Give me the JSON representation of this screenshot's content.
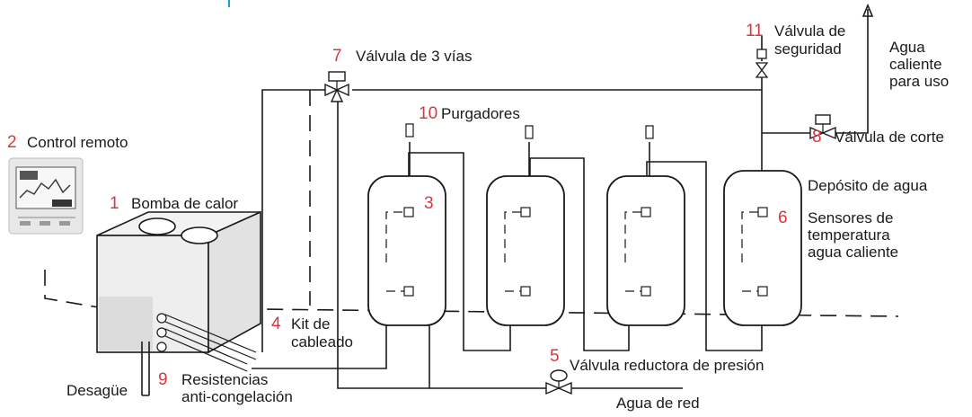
{
  "labels": {
    "heat_pump": {
      "number": "1",
      "text": "Bomba de calor"
    },
    "remote_control": {
      "number": "2",
      "text": "Control remoto"
    },
    "tank3": {
      "number": "3"
    },
    "wiring_kit": {
      "number": "4",
      "line1": "Kit de",
      "line2": "cableado"
    },
    "pressure_valve": {
      "number": "5",
      "text": "Válvula reductora de presión"
    },
    "temp_sensors": {
      "number": "6",
      "line1": "Sensores de",
      "line2": "temperatura",
      "line3": "agua caliente"
    },
    "three_way_valve": {
      "number": "7",
      "text": "Válvula de 3 vías"
    },
    "shutoff_valve": {
      "number": "8",
      "text": "Válvula de corte"
    },
    "heaters": {
      "number": "9",
      "line1": "Resistencias",
      "line2": "anti-congelación"
    },
    "purgers": {
      "number": "10",
      "text": "Purgadores"
    },
    "safety_valve": {
      "number": "11",
      "line1": "Válvula de",
      "line2": "seguridad"
    },
    "water_tank": {
      "text": "Depósito de agua"
    },
    "hot_water": {
      "line1": "Agua",
      "line2": "caliente",
      "line3": "para uso"
    },
    "mains_water": {
      "text": "Agua de red"
    },
    "drain": {
      "text": "Desagüe"
    }
  },
  "colors": {
    "number_accent": "#d9363e",
    "line": "#1a1a1a",
    "decor_blue": "#1fa0c8"
  },
  "icons": [
    "heat-pump-unit",
    "remote-control-panel",
    "three-way-valve",
    "safety-valve",
    "shutoff-valve",
    "pressure-reducing-valve",
    "air-purger",
    "temperature-sensor",
    "water-tank",
    "drain-pipe"
  ]
}
